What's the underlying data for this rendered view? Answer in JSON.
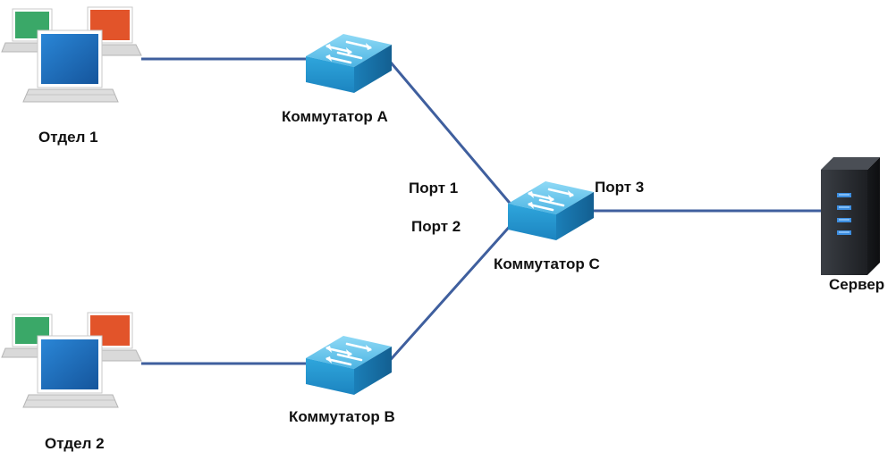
{
  "labels": {
    "dept1": "Отдел 1",
    "dept2": "Отдел 2",
    "switch_a": "Коммутатор A",
    "switch_b": "Коммутатор B",
    "switch_c": "Коммутатор C",
    "port1": "Порт 1",
    "port2": "Порт 2",
    "port3": "Порт 3",
    "server": "Сервер"
  },
  "colors": {
    "link": "#3f5f9e",
    "switch_top": "#5ec3ea",
    "switch_front": "#2a9fd6",
    "switch_side": "#1a7fb5",
    "pc_green": "#3aa868",
    "pc_orange": "#e2542a",
    "pc_blue": "#1f6fbf",
    "server_body": "#2b2e33"
  }
}
